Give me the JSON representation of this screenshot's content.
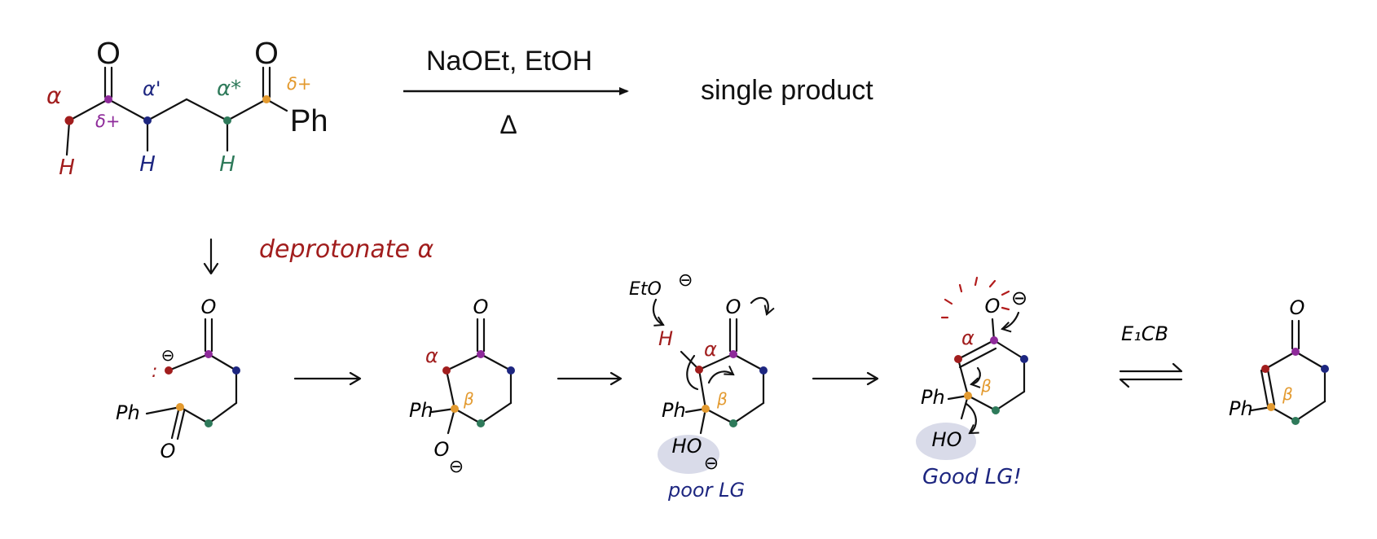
{
  "colors": {
    "red": "#a11d1d",
    "purple": "#8e2a9a",
    "navy": "#1d2680",
    "green": "#2e7a5a",
    "orange": "#e39a2f",
    "burst": "#b21c1c",
    "lg_highlight": "#d9dbe9",
    "ink": "#111111"
  },
  "top": {
    "reagent_line1": "NaOEt, EtOH",
    "reagent_line2": "Δ",
    "product": "single product",
    "oxygen": "O",
    "phenyl": "Ph",
    "alpha": "α",
    "alpha_prime": "α'",
    "alpha_star": "α*",
    "delta_plus_left": "δ+",
    "delta_plus_right": "δ+",
    "hydrogen": "H"
  },
  "step_note": "deprotonate α",
  "steps": {
    "s1": {
      "oxygen_top": "O",
      "oxygen_bottom": "O",
      "phenyl": "Ph",
      "lone_pair": ":",
      "charge": "⊖"
    },
    "s2": {
      "oxygen_top": "O",
      "oxygen_bottom": "O",
      "phenyl": "Ph",
      "alpha": "α",
      "beta": "β",
      "charge": "⊖"
    },
    "s3": {
      "base": "EtO",
      "base_charge": "⊖",
      "hydrogen": "H",
      "oxygen_top": "O",
      "phenyl": "Ph",
      "alpha": "α",
      "beta": "β",
      "hydroxide": "HO",
      "charge": "⊖",
      "note": "poor LG"
    },
    "s4": {
      "oxygen_top": "O",
      "charge": "⊖",
      "phenyl": "Ph",
      "alpha": "α",
      "beta": "β",
      "hydroxide": "HO",
      "note": "Good LG!"
    },
    "s5": {
      "label": "E₁CB",
      "oxygen_top": "O",
      "phenyl": "Ph",
      "beta": "β"
    }
  }
}
